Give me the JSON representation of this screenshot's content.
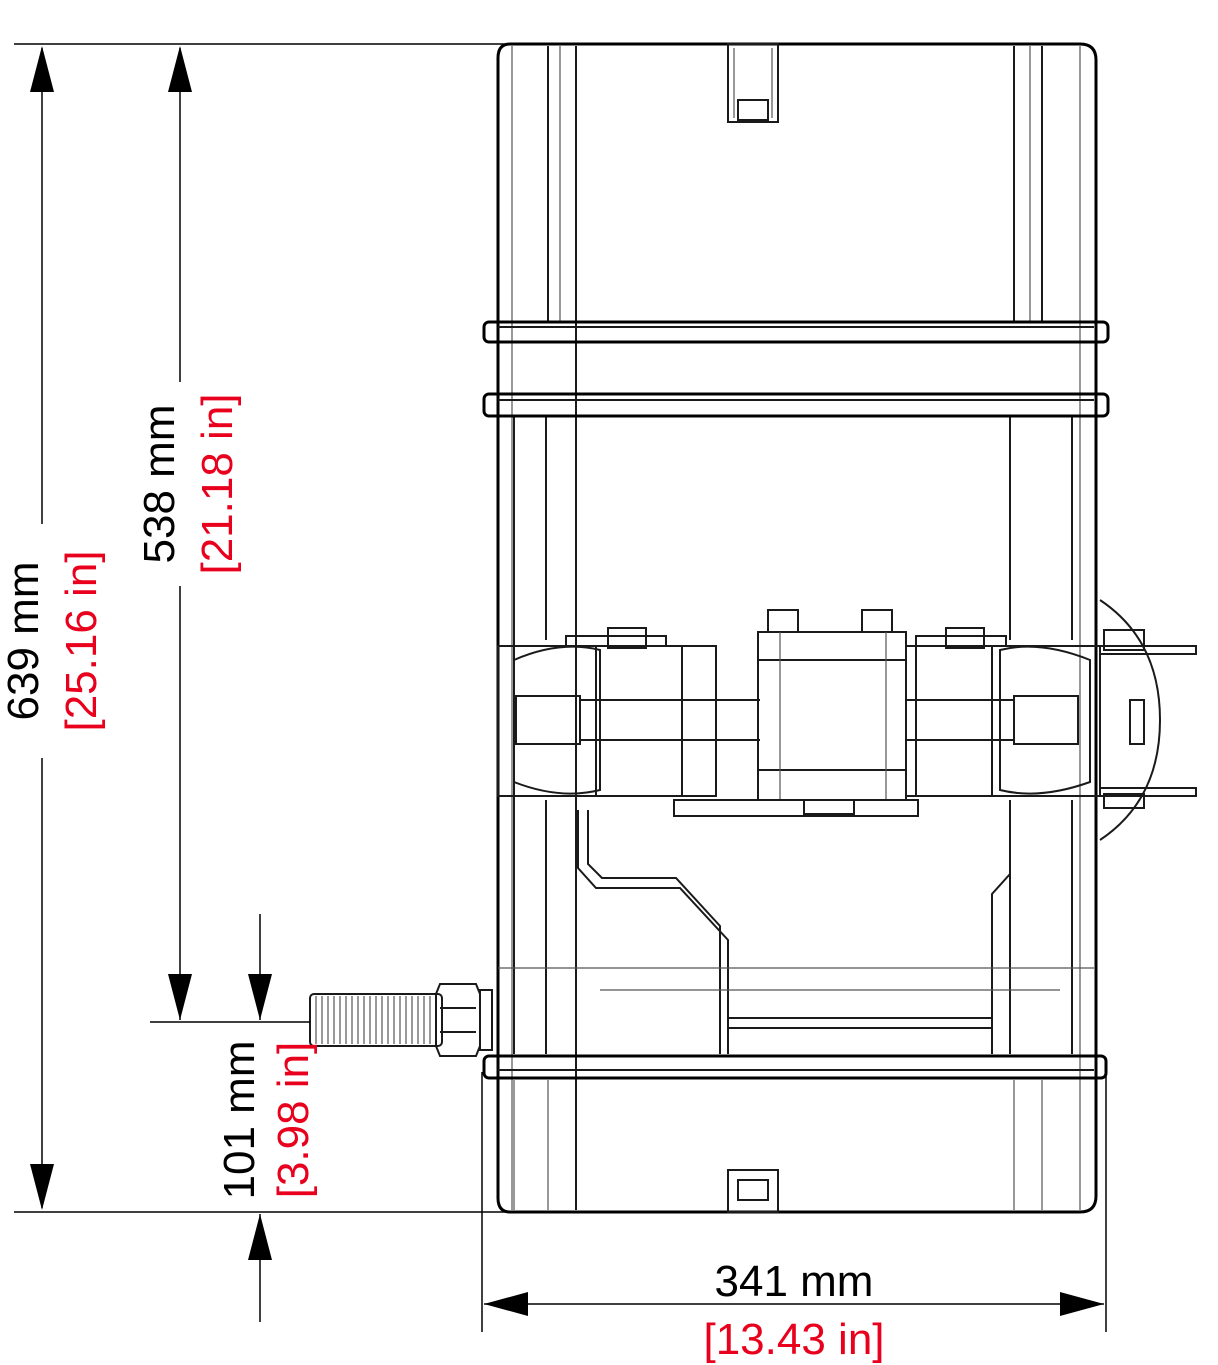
{
  "dimensions": {
    "overall_height": {
      "mm": "639 mm",
      "in": "[25.16 in]"
    },
    "body_height": {
      "mm": "538 mm",
      "in": "[21.18 in]"
    },
    "port_offset": {
      "mm": "101 mm",
      "in": "[3.98 in]"
    },
    "overall_width": {
      "mm": "341 mm",
      "in": "[13.43 in]"
    }
  },
  "colors": {
    "mm_text": "#000000",
    "in_text": "#e8001c",
    "lines": "#1a1a1a"
  }
}
